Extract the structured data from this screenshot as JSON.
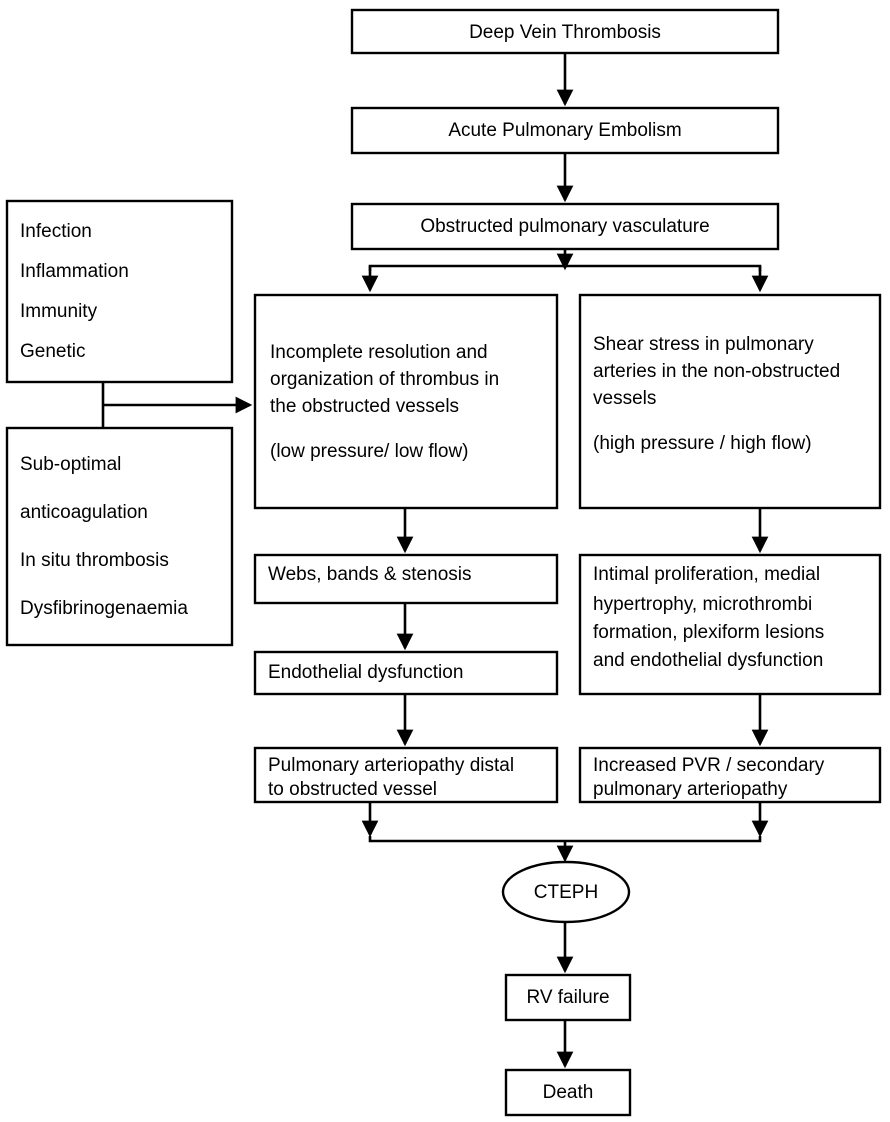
{
  "diagram": {
    "title": "CTEPH pathophysiology flowchart",
    "colors": {
      "background": "#ffffff",
      "stroke": "#000000",
      "text": "#000000",
      "fill": "#ffffff"
    },
    "nodes": {
      "dvt": {
        "label": "Deep Vein Thrombosis"
      },
      "acute_pe": {
        "label": "Acute Pulmonary Embolism"
      },
      "obstructed": {
        "label": "Obstructed pulmonary vasculature"
      },
      "risk_factors_1": {
        "items": [
          "Infection",
          "Inflammation",
          "Immunity",
          "Genetic"
        ]
      },
      "risk_factors_2": {
        "items": [
          "Sub-optimal",
          "anticoagulation",
          "In situ thrombosis",
          "Dysfibrinogenaemia"
        ]
      },
      "incomplete_resolution": {
        "lines": [
          "Incomplete resolution and",
          "organization of thrombus in",
          "the obstructed vessels",
          "",
          "(low pressure/ low flow)"
        ]
      },
      "shear_stress": {
        "lines": [
          "Shear stress in pulmonary",
          "arteries in the non-obstructed",
          "vessels",
          "",
          "(high pressure / high flow)"
        ]
      },
      "webs_bands": {
        "lines": [
          "Webs, bands & stenosis"
        ]
      },
      "endothelial_dysfunction": {
        "lines": [
          "Endothelial dysfunction"
        ]
      },
      "pulmonary_arteriopathy_distal": {
        "lines": [
          "Pulmonary arteriopathy distal",
          "to obstructed vessel"
        ]
      },
      "intimal_proliferation": {
        "lines": [
          "Intimal proliferation, medial",
          "hypertrophy, microthrombi",
          "formation, plexiform lesions",
          "and endothelial dysfunction"
        ]
      },
      "increased_pvr": {
        "lines": [
          "Increased PVR / secondary",
          "pulmonary arteriopathy"
        ]
      },
      "cteph": {
        "label": "CTEPH"
      },
      "rv_failure": {
        "label": "RV failure"
      },
      "death": {
        "label": "Death"
      }
    }
  }
}
